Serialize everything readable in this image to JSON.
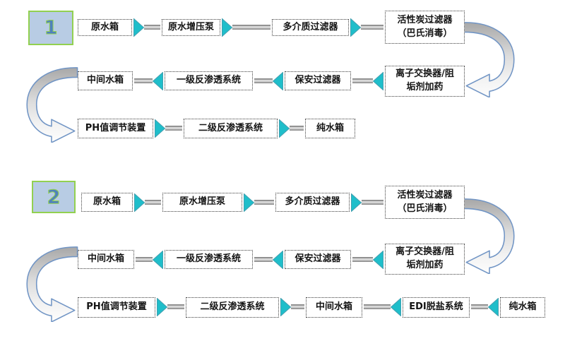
{
  "colors": {
    "arrow_teal": "#1fbeca",
    "arrow_teal_edge": "#44a0b0",
    "connector_gray": "#8a8a8a",
    "curve_stroke": "#7195c5",
    "curve_top": "#a8a8a8",
    "curve_bottom": "#fdfdfd",
    "badge_fill": "#b8cce4",
    "badge_border": "#92d050",
    "badge_number": "#4f81bd",
    "box_border": "#3c3c3c"
  },
  "diagrams": [
    {
      "number": "1",
      "rows": [
        {
          "nodes": [
            "原水箱",
            "原水增压泵",
            "多介质过滤器",
            "活性炭过滤器\n（巴氏消毒）"
          ],
          "arrows": [
            "right",
            "right",
            "right"
          ]
        },
        {
          "nodes": [
            "中间水箱",
            "一级反渗透系统",
            "保安过滤器",
            "离子交换器/阻\n垢剂加药"
          ],
          "arrows": [
            "left",
            "left",
            "left"
          ]
        },
        {
          "nodes": [
            "PH值调节装置",
            "二级反渗透系统",
            "纯水箱"
          ],
          "arrows": [
            "right",
            "right"
          ]
        }
      ]
    },
    {
      "number": "2",
      "rows": [
        {
          "nodes": [
            "原水箱",
            "原水增压泵",
            "多介质过滤器",
            "活性炭过滤器\n（巴氏消毒）"
          ],
          "arrows": [
            "right",
            "right",
            "right"
          ]
        },
        {
          "nodes": [
            "中间水箱",
            "一级反渗透系统",
            "保安过滤器",
            "离子交换器/阻\n垢剂加药"
          ],
          "arrows": [
            "left",
            "left",
            "left"
          ]
        },
        {
          "nodes": [
            "PH值调节装置",
            "二级反渗透系统",
            "中间水箱",
            "EDI脱盐系统",
            "纯水箱"
          ],
          "arrows": [
            "right",
            "right",
            "left",
            "left"
          ]
        }
      ]
    }
  ]
}
